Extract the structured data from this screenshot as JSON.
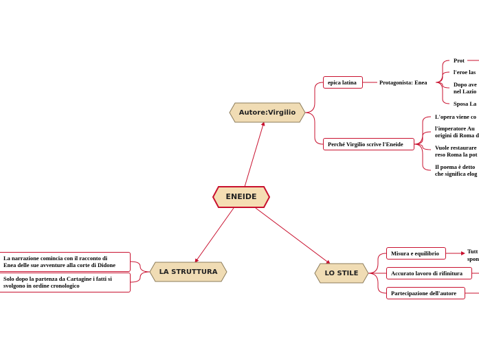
{
  "central": {
    "label": "ENEIDE"
  },
  "main_topics": {
    "autore": {
      "label": "Autore:Virgilio"
    },
    "struttura": {
      "label": "LA STRUTTURA"
    },
    "stile": {
      "label": "LO STILE"
    }
  },
  "autore_children": {
    "epica": "epica latina",
    "protagonista": "Protagonista: Enea",
    "perche": "Perché Virgilio scrive l'Eneide"
  },
  "protagonista_children": [
    "Prot",
    "l'eroe las",
    "Dopo ave",
    "nel Lazio",
    "Sposa La"
  ],
  "perche_children": [
    "L'opera viene co",
    " l'imperatore Au",
    "origini di Roma d",
    "Vuole restaurare",
    "reso Roma la pot",
    "Il poema è detto",
    "che significa elog"
  ],
  "struttura_children": [
    "La narrazione comincia con il racconto di",
    "Enea delle sue avventure alla corte di Didone",
    "Solo dopo la partenza da Cartagine i fatti si",
    "svolgono in ordine cronologico"
  ],
  "stile_children": {
    "misura": "Misura e equilibrio",
    "accurato": "Accurato lavoro di rifinitura",
    "partecipazione": "Partecipazione dell'autore",
    "misura_child_1": "Tutt",
    "misura_child_2": "spon"
  },
  "colors": {
    "line": "#c8102e",
    "central_fill": "#f5deb3",
    "central_border": "#c8102e",
    "topic_fill": "#f0dcb4",
    "topic_border": "#8b7b5a"
  }
}
